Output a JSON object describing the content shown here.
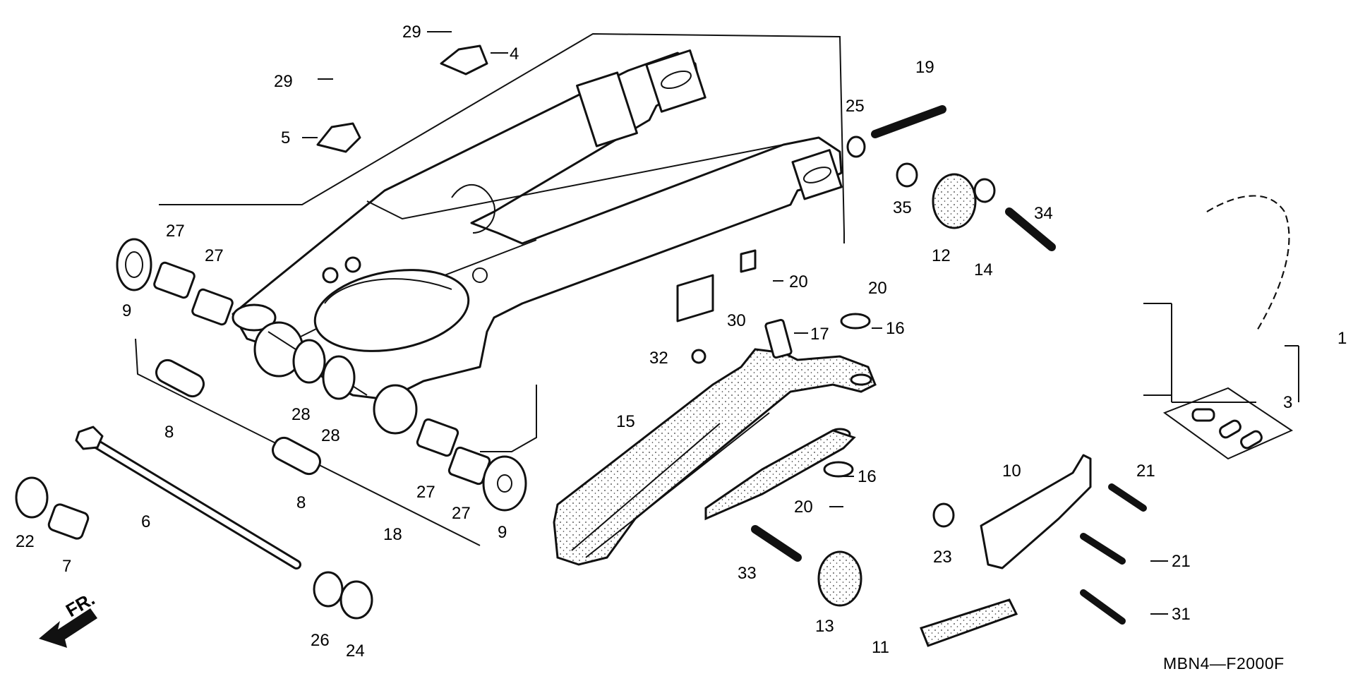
{
  "diagram": {
    "code": "MBN4—F2000F",
    "direction_label": "FR."
  },
  "callouts": [
    "1",
    "3",
    "4",
    "5",
    "6",
    "7",
    "8",
    "8",
    "9",
    "9",
    "10",
    "11",
    "12",
    "13",
    "14",
    "15",
    "16",
    "16",
    "17",
    "18",
    "19",
    "20",
    "20",
    "20",
    "21",
    "21",
    "22",
    "23",
    "24",
    "25",
    "26",
    "27",
    "27",
    "27",
    "27",
    "28",
    "28",
    "29",
    "29",
    "30",
    "31",
    "32",
    "33",
    "34",
    "35"
  ]
}
